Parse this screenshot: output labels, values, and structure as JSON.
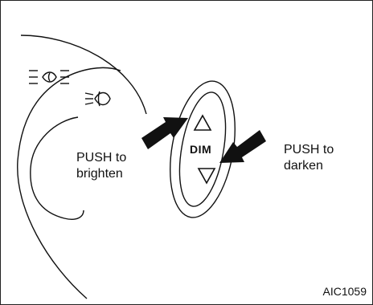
{
  "diagram": {
    "switch_label": "DIM",
    "push_up_label": [
      "PUSH to",
      "brighten"
    ],
    "push_down_label": [
      "PUSH to",
      "darken"
    ],
    "figure_id": "AIC1059",
    "icons": [
      "headlight-high-beam-icon",
      "fog-light-icon",
      "up-triangle-icon",
      "down-triangle-icon"
    ]
  }
}
